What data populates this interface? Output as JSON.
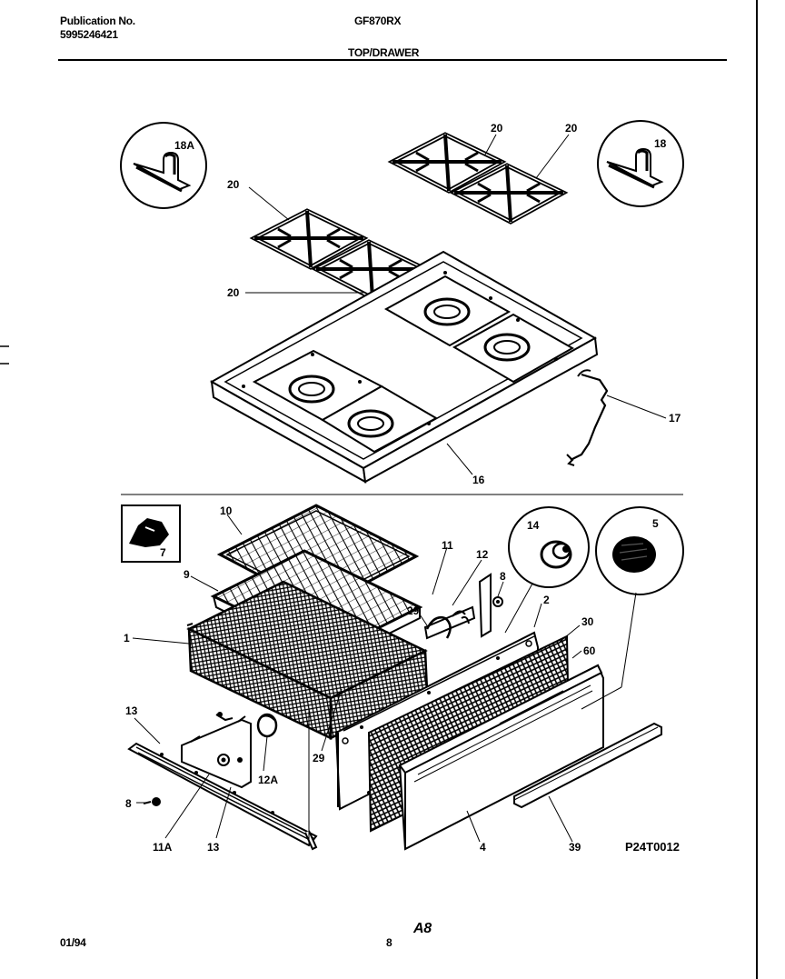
{
  "header": {
    "publication_label": "Publication No.",
    "publication_number": "5995246421",
    "model": "GF870RX",
    "section": "TOP/DRAWER"
  },
  "footer": {
    "date": "01/94",
    "page": "8",
    "code": "A8"
  },
  "diagram_code": "P24T0012",
  "callouts": {
    "c18A": "18A",
    "c18": "18",
    "c20a": "20",
    "c20b": "20",
    "c20c": "20",
    "c20d": "20",
    "c16": "16",
    "c17": "17",
    "c10": "10",
    "c9": "9",
    "c1": "1",
    "c7": "7",
    "c11": "11",
    "c12": "12",
    "c8a": "8",
    "c29a": "29",
    "c2": "2",
    "c14": "14",
    "c5": "5",
    "c30": "30",
    "c60": "60",
    "c13a": "13",
    "c12A": "12A",
    "c29b": "29",
    "c8b": "8",
    "c11A": "11A",
    "c13b": "13",
    "c4": "4",
    "c39": "39"
  }
}
